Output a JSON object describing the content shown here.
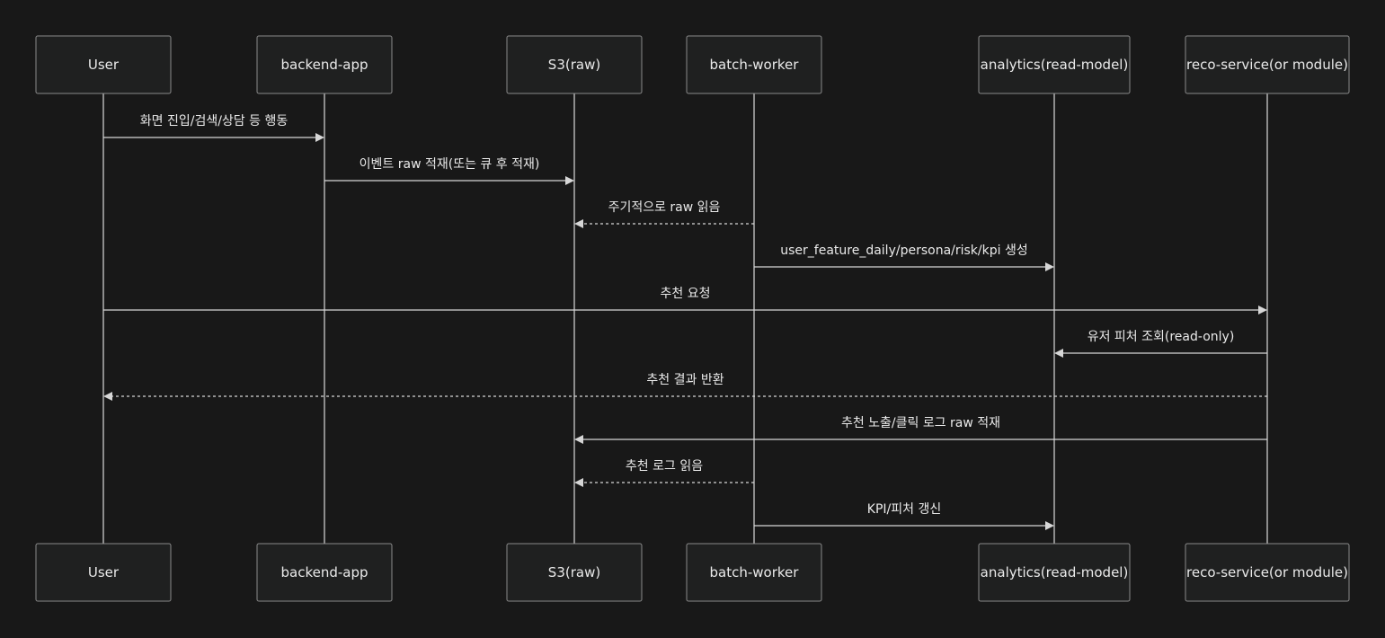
{
  "colors": {
    "background": "#181818",
    "box_fill": "#1f2020",
    "box_border": "#8a8a8a",
    "line": "#d6d6d6",
    "text": "#eaeaea"
  },
  "participants": [
    {
      "id": "user",
      "label": "User"
    },
    {
      "id": "backend",
      "label": "backend-app"
    },
    {
      "id": "s3",
      "label": "S3(raw)"
    },
    {
      "id": "batch",
      "label": "batch-worker"
    },
    {
      "id": "analytics",
      "label": "analytics(read-model)"
    },
    {
      "id": "reco",
      "label": "reco-service(or module)"
    }
  ],
  "messages": [
    {
      "from": "user",
      "to": "backend",
      "label": "화면 진입/검색/상담 등 행동",
      "style": "solid"
    },
    {
      "from": "backend",
      "to": "s3",
      "label": "이벤트 raw 적재(또는 큐 후 적재)",
      "style": "solid"
    },
    {
      "from": "batch",
      "to": "s3",
      "label": "주기적으로 raw 읽음",
      "style": "dashed"
    },
    {
      "from": "batch",
      "to": "analytics",
      "label": "user_feature_daily/persona/risk/kpi 생성",
      "style": "solid"
    },
    {
      "from": "user",
      "to": "reco",
      "label": "추천 요청",
      "style": "solid"
    },
    {
      "from": "reco",
      "to": "analytics",
      "label": "유저 피처 조회(read-only)",
      "style": "solid"
    },
    {
      "from": "reco",
      "to": "user",
      "label": "추천 결과 반환",
      "style": "dashed"
    },
    {
      "from": "reco",
      "to": "s3",
      "label": "추천 노출/클릭 로그 raw 적재",
      "style": "solid"
    },
    {
      "from": "batch",
      "to": "s3",
      "label": "추천 로그 읽음",
      "style": "dashed"
    },
    {
      "from": "batch",
      "to": "analytics",
      "label": "KPI/피처 갱신",
      "style": "solid"
    }
  ]
}
